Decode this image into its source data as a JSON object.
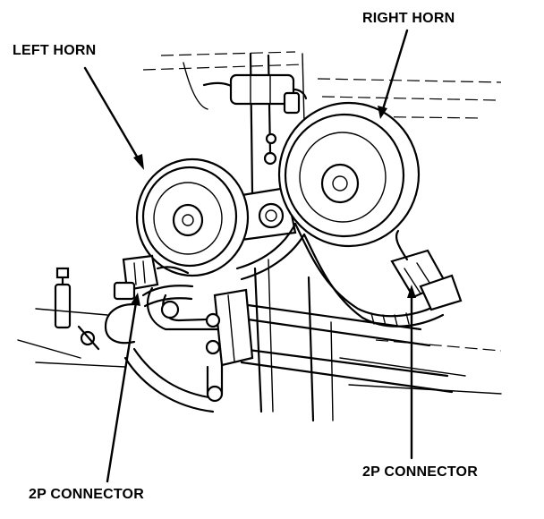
{
  "labels": {
    "left_horn": "LEFT HORN",
    "right_horn": "RIGHT HORN",
    "connector_left": "2P CONNECTOR",
    "connector_right": "2P CONNECTOR"
  },
  "colors": {
    "line": "#000000",
    "background": "#ffffff"
  }
}
